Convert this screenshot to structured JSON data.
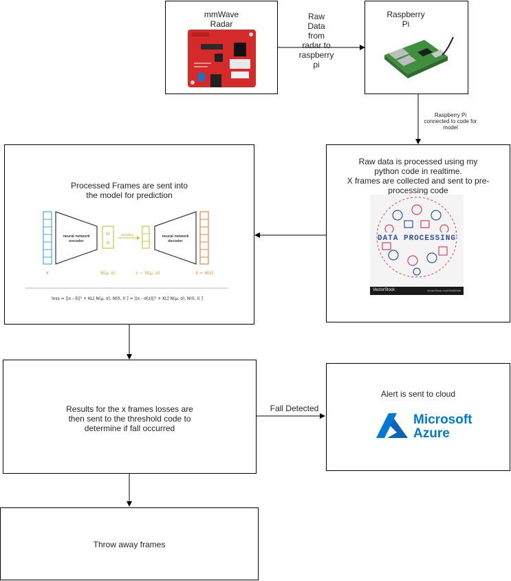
{
  "nodes": {
    "radar": {
      "title_line1": "mmWave",
      "title_line2": "Radar"
    },
    "pi": {
      "title_line1": "Raspberry",
      "title_line2": "Pi"
    },
    "processing": {
      "text_line1": "Raw data is processed using my",
      "text_line2": "python code in realtime.",
      "text_line3": "X frames are collected and sent to pre-",
      "text_line4": "processing code",
      "image_title": "DATA PROCESSING",
      "image_footer_left": "VectorStock",
      "image_footer_right": "VectorStock.com/25063098"
    },
    "model": {
      "text_line1": "Processed Frames are sent into",
      "text_line2": "the model for prediction",
      "vae": {
        "encoder_label_1": "neural network",
        "encoder_label_2": "encoder",
        "decoder_label_1": "neural network",
        "decoder_label_2": "decoder",
        "mu": "μ",
        "sigma": "σ",
        "sampling": "sampling",
        "x_label": "x",
        "dist_label": "N(μ, σ)",
        "z_label": "z ~ N(μ, σ)",
        "xhat_label": "x̂ = d(z)",
        "loss": "loss  =  ||x - x̂||² + KL[ N(μ, σ), N(0, I) ]  =  ||x - d(z)||² + KL[ N(μ, σ), N(0, I) ]"
      }
    },
    "threshold": {
      "text_line1": "Results for the x frames losses are",
      "text_line2": "then sent to the threshold code to",
      "text_line3": "determine if fall occurred"
    },
    "cloud": {
      "text": "Alert is sent to cloud",
      "logo_line1": "Microsoft",
      "logo_line2": "Azure"
    },
    "throw": {
      "text": "Throw away frames"
    }
  },
  "edges": {
    "radar_to_pi_line1": "Raw",
    "radar_to_pi_line2": "Data",
    "radar_to_pi_line3": "from",
    "radar_to_pi_line4": "radar to",
    "radar_to_pi_line5": "raspberry",
    "radar_to_pi_line6": "pi",
    "pi_to_proc_line1": "Raspberry Pi",
    "pi_to_proc_line2": "connected to code for",
    "pi_to_proc_line3": "model",
    "fall": "Fall Detected"
  },
  "colors": {
    "encoder_blue": "#4aa3df",
    "latent_yellow": "#d4c140",
    "decoder_orange": "#f07f3c",
    "azure_blue": "#0078d4",
    "board_red": "#d42a2a",
    "pi_green": "#3f8f3f"
  },
  "icons": [
    "radar-board-image",
    "raspberry-pi-image",
    "data-processing-image",
    "azure-logo-icon"
  ]
}
